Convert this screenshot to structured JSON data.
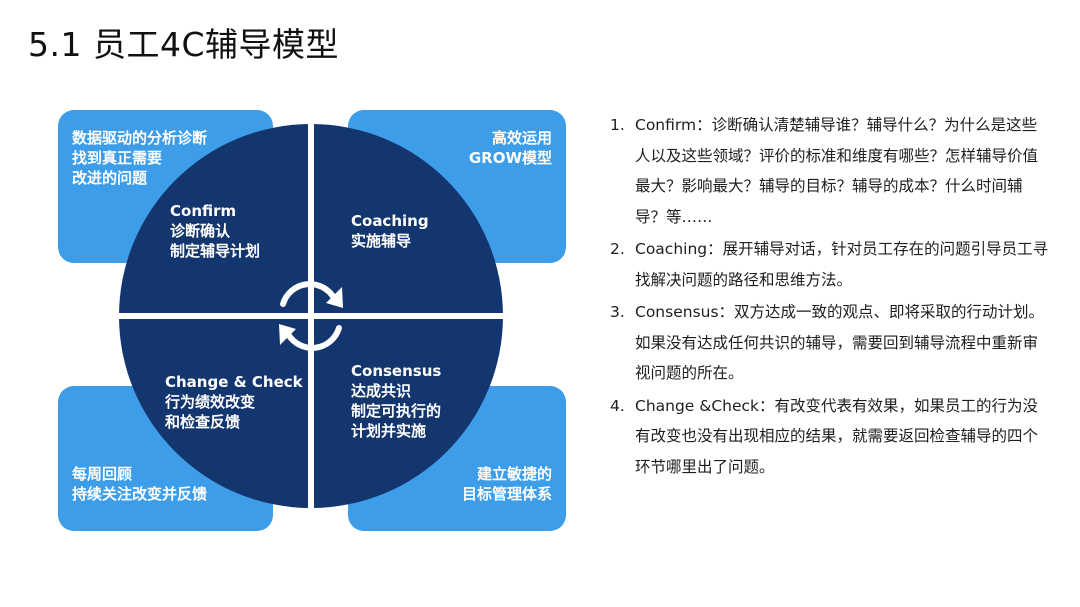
{
  "title": "5.1 员工4C辅导模型",
  "cards": {
    "top_left": "数据驱动的分析诊断\n找到真正需要\n改进的问题",
    "top_right": "高效运用\nGROW模型",
    "bottom_left": "每周回顾\n持续关注改变并反馈",
    "bottom_right": "建立敏捷的\n目标管理体系"
  },
  "quadrants": {
    "confirm": "Confirm\n诊断确认\n制定辅导计划",
    "coaching": "Coaching\n实施辅导",
    "change_check": "Change & Check\n行为绩效改变\n和检查反馈",
    "consensus": "Consensus\n达成共识\n制定可执行的\n计划并实施"
  },
  "colors": {
    "card_blue": "#3d9de8",
    "circle_navy": "#14366e",
    "divider": "#ffffff"
  },
  "icons": {
    "center": "cycle-arrows-icon"
  },
  "list": [
    {
      "num": "1.",
      "text": "Confirm：诊断确认清楚辅导谁？辅导什么？为什么是这些人以及这些领域？评价的标准和维度有哪些？怎样辅导价值最大？影响最大？辅导的目标？辅导的成本？什么时间辅导？等……"
    },
    {
      "num": "2.",
      "text": "Coaching：展开辅导对话，针对员工存在的问题引导员工寻找解决问题的路径和思维方法。"
    },
    {
      "num": "3.",
      "text": "Consensus：双方达成一致的观点、即将采取的行动计划。如果没有达成任何共识的辅导，需要回到辅导流程中重新审视问题的所在。"
    },
    {
      "num": "4.",
      "text": "Change &Check：有改变代表有效果，如果员工的行为没有改变也没有出现相应的结果，就需要返回检查辅导的四个环节哪里出了问题。"
    }
  ]
}
